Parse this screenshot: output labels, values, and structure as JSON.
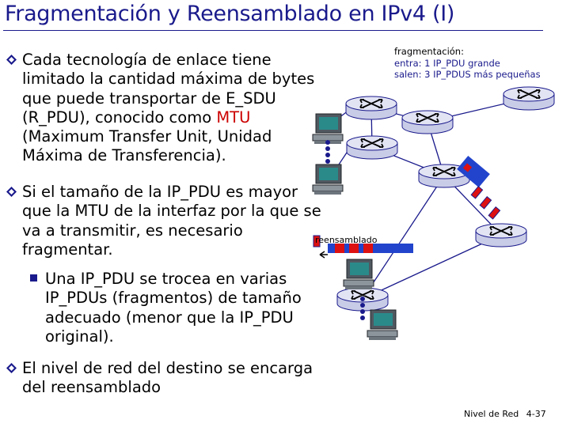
{
  "slide": {
    "title": "Fragmentación y Reensamblado en IPv4 (I)",
    "bullets": [
      {
        "pre": "Cada tecnología de enlace tiene\nlimitado la cantidad máxima de bytes\nque puede transportar de E_SDU\n(R_PDU), conocido como ",
        "highlight": "MTU",
        "post": "\n(Maximum Transfer Unit, Unidad\nMáxima de Transferencia)."
      },
      {
        "text": "Si el tamaño de la IP_PDU es mayor\nque la MTU de la interfaz por la que se\nva a transmitir, es necesario\nfragmentar."
      },
      {
        "text": "El nivel de red del destino se encarga\ndel reensamblado"
      }
    ],
    "subbullet": "Una IP_PDU se trocea en varias\nIP_PDUs (fragmentos) de tamaño\nadecuado (menor que la IP_PDU\noriginal).",
    "footer": {
      "label": "Nivel de Red",
      "page": "4-37"
    }
  },
  "diagram": {
    "fragmentation_note": {
      "header": "fragmentación:",
      "line1": "entra: 1 IP_PDU grande",
      "line2": "salen: 3 IP_PDUS más pequeñas"
    },
    "reassembly_label": "reensamblado",
    "colors": {
      "title": "#1a1a8c",
      "mtu": "#cc0000",
      "fragment": "#dd1111",
      "large_pdu": "#2244cc",
      "link": "#1a1a8c"
    }
  }
}
